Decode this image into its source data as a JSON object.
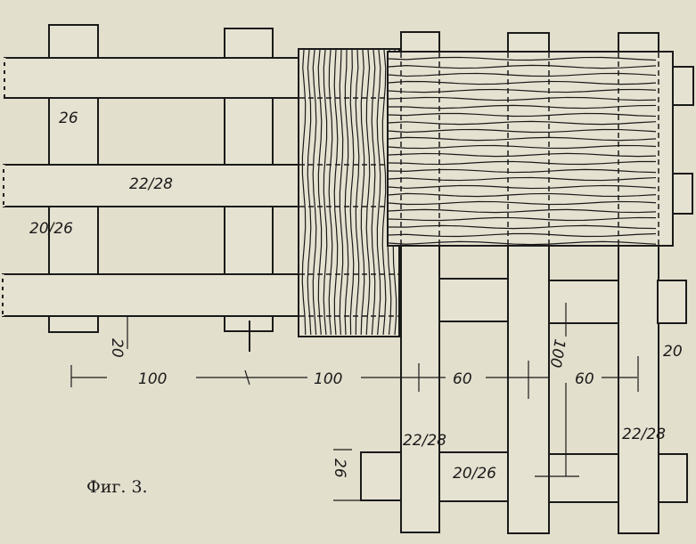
{
  "figure": {
    "caption": "Фиг. 3.",
    "colors": {
      "paper": "#e3dfcd",
      "ink": "#1a1a1a"
    }
  },
  "labels": {
    "post_width_top": "26",
    "beam_section_left": "22/28",
    "post_section_left": "20/26",
    "post_end_left": "20",
    "spacing_1": "100",
    "spacing_2": "100",
    "spacing_3": "60",
    "spacing_4": "60",
    "vertical_spacing": "100",
    "post_end_right": "20",
    "beam_section_right_1": "22/28",
    "post_width_bottom": "26",
    "post_section_right": "20/26",
    "beam_section_right_2": "22/28"
  }
}
